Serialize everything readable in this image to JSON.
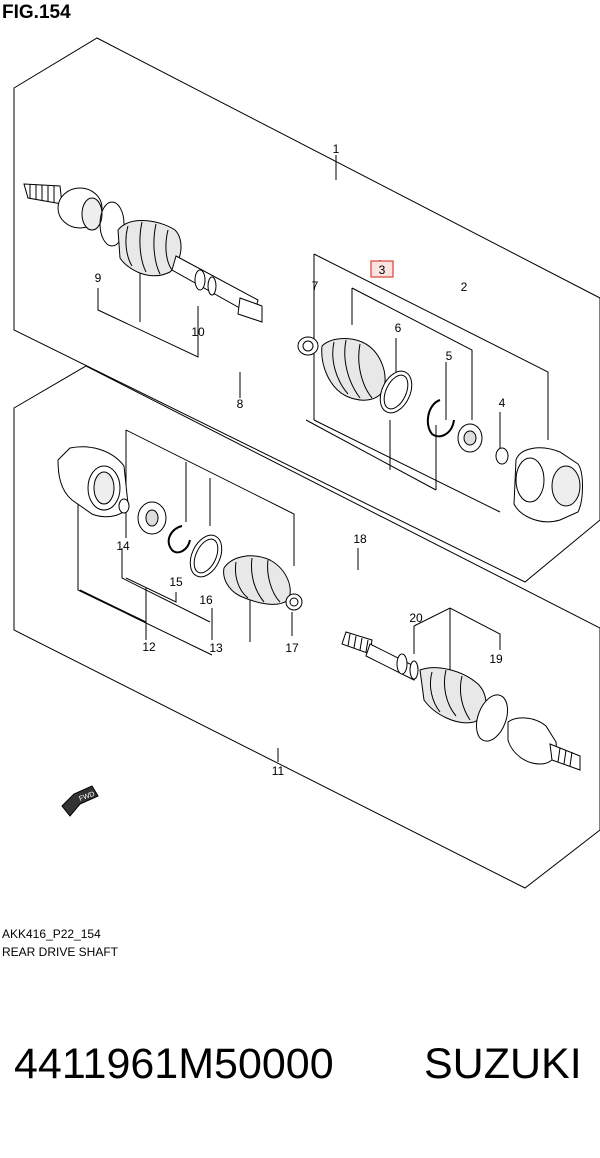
{
  "figure": {
    "title": "FIG.154"
  },
  "diagram_code": "AKK416_P22_154",
  "diagram_caption": "REAR DRIVE SHAFT",
  "part_number": "4411961M50000",
  "brand": "SUZUKI",
  "fwd_marker": "FWD",
  "highlight_color": "#d9403a",
  "callouts": {
    "c1": "1",
    "c2": "2",
    "c3": "3",
    "c4": "4",
    "c5": "5",
    "c6": "6",
    "c7": "7",
    "c8": "8",
    "c9": "9",
    "c10": "10",
    "c11": "11",
    "c12": "12",
    "c13": "13",
    "c14": "14",
    "c15": "15",
    "c16": "16",
    "c17": "17",
    "c18": "18",
    "c19": "19",
    "c20": "20"
  }
}
